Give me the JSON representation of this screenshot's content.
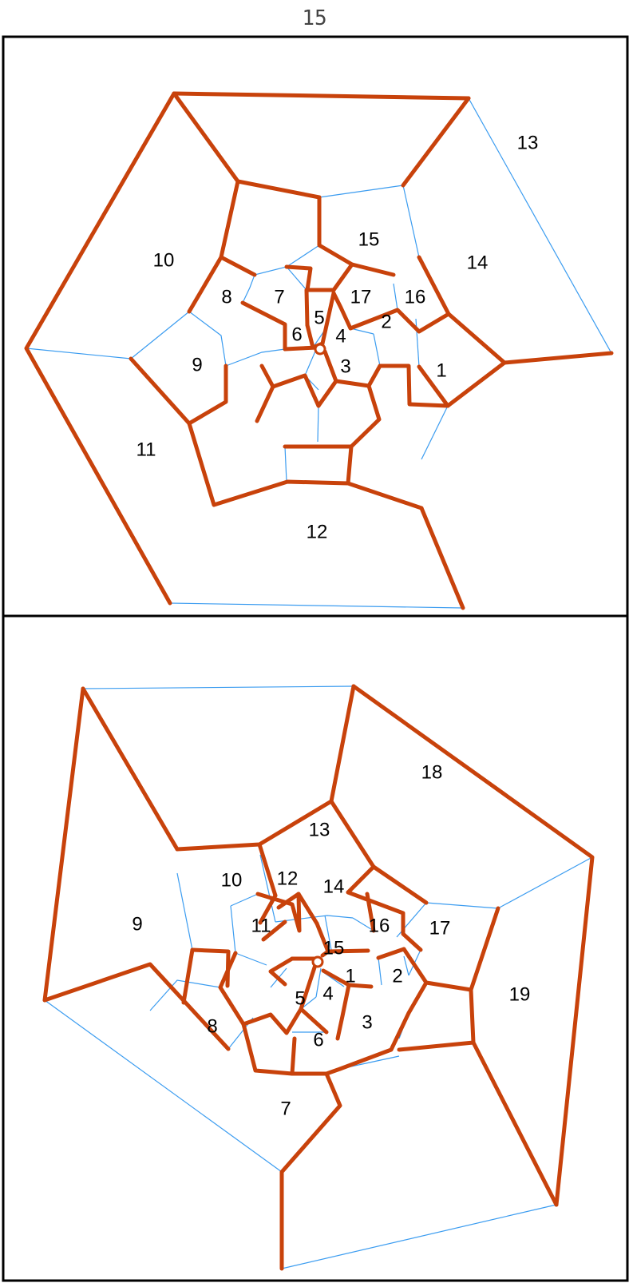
{
  "title": "15",
  "colors": {
    "thin_edge": "#3b9cf0",
    "thick_edge": "#c8420b",
    "frame": "#000000"
  },
  "top_graph": {
    "face_labels": [
      "1",
      "2",
      "3",
      "4",
      "5",
      "6",
      "7",
      "8",
      "9",
      "10",
      "11",
      "12",
      "13",
      "14",
      "15",
      "16",
      "17"
    ]
  },
  "bottom_graph": {
    "face_labels": [
      "1",
      "2",
      "3",
      "4",
      "5",
      "6",
      "7",
      "8",
      "9",
      "10",
      "11",
      "12",
      "13",
      "14",
      "15",
      "16",
      "17",
      "18",
      "19"
    ]
  }
}
